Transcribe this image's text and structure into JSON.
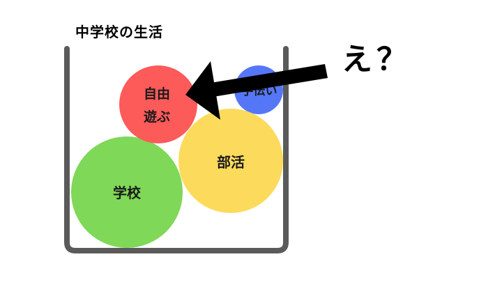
{
  "title": "中学校の生活",
  "circles": [
    {
      "id": "gakko",
      "label": "学校",
      "color": "#7fd857"
    },
    {
      "id": "bukatsu",
      "label": "部活",
      "color": "#fcdb5c"
    },
    {
      "id": "jiyu",
      "label_line1": "自由",
      "label_line2": "遊ぶ",
      "color": "#fd5a5a"
    },
    {
      "id": "tetsudai",
      "label": "手伝い",
      "color": "#5577f7"
    }
  ],
  "exclamation": "え？",
  "jar_color": "#5a5a5a",
  "arrow_color": "#000000"
}
